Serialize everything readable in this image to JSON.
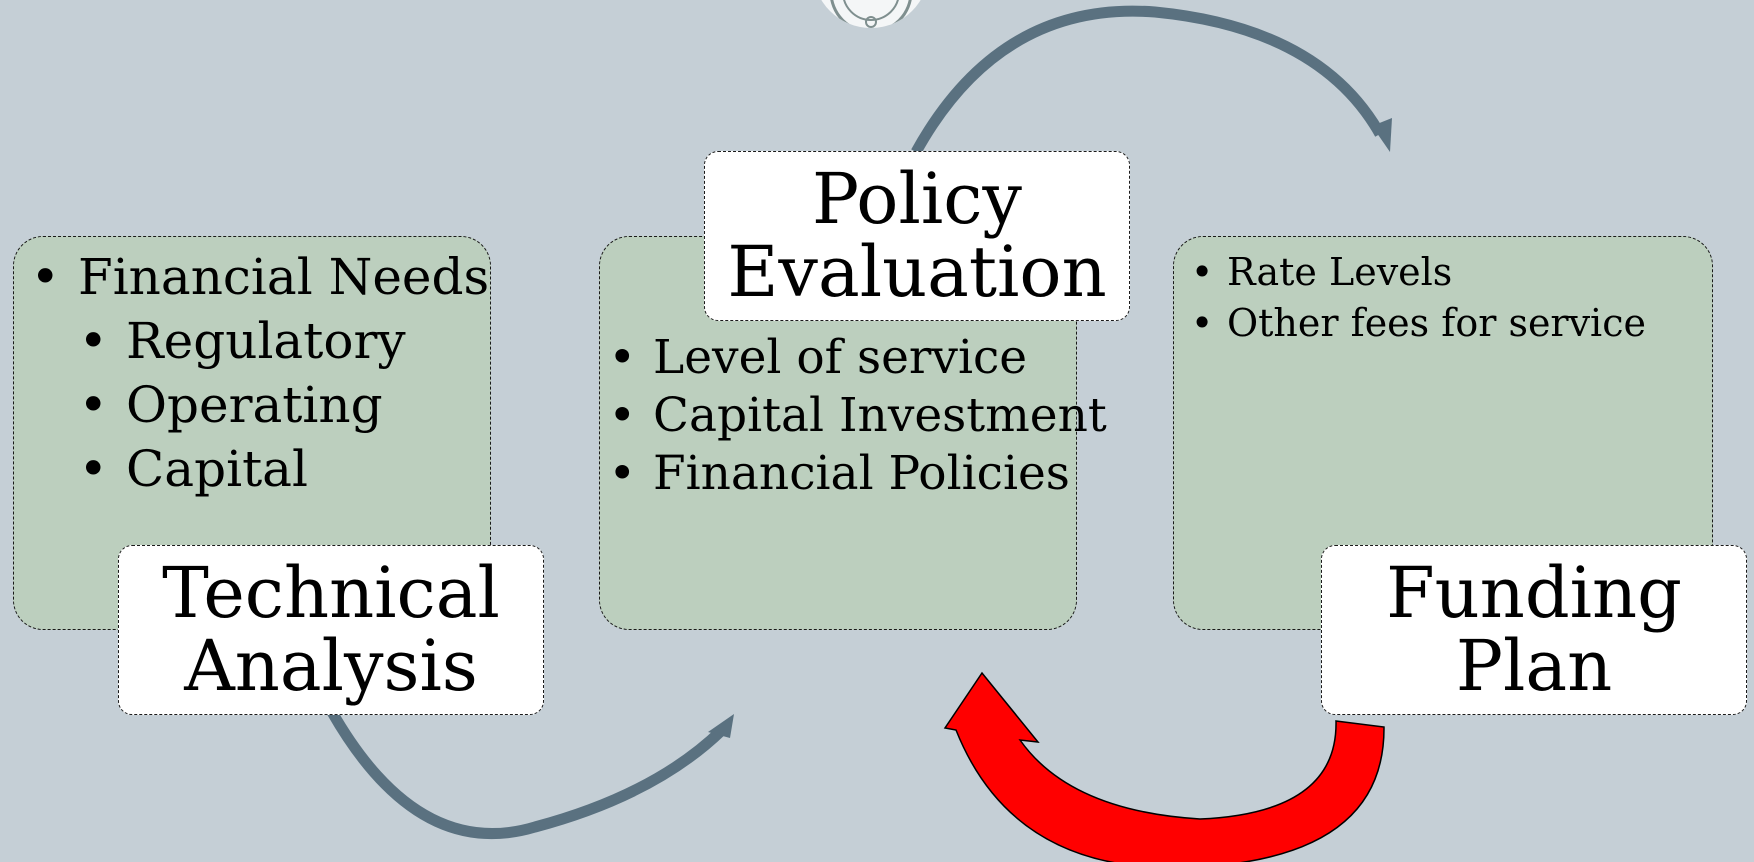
{
  "colors": {
    "background": "#c5cfd6",
    "panel_fill": "#bccfbe",
    "label_fill": "#ffffff",
    "cycle_arrow": "#5a7180",
    "highlight_arrow": "#ff0000"
  },
  "logo": {
    "icon": "seal-logo-icon"
  },
  "stages": {
    "technical": {
      "title_line1": "Technical",
      "title_line2": "Analysis",
      "items": [
        {
          "text": "Financial Needs",
          "level": 1
        },
        {
          "text": "Regulatory",
          "level": 2
        },
        {
          "text": "Operating",
          "level": 2
        },
        {
          "text": "Capital",
          "level": 2
        }
      ]
    },
    "policy": {
      "title_line1": "Policy",
      "title_line2": "Evaluation",
      "items": [
        {
          "text": "Level of service",
          "level": 1
        },
        {
          "text": "Capital Investment",
          "level": 1
        },
        {
          "text": "Financial Policies",
          "level": 1
        }
      ]
    },
    "funding": {
      "title_line1": "Funding",
      "title_line2": "Plan",
      "items": [
        {
          "text": "Rate Levels",
          "level": 1
        },
        {
          "text": "Other fees for service",
          "level": 1
        }
      ]
    }
  },
  "arrows": {
    "technical_to_policy": "curved-arrow-icon",
    "policy_to_funding": "curved-arrow-icon",
    "funding_to_policy": "feedback-arrow-icon"
  }
}
